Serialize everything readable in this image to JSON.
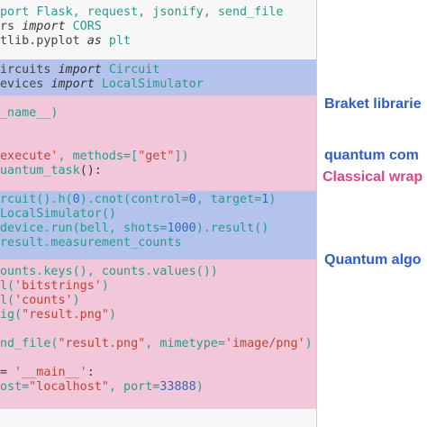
{
  "colors": {
    "quantum_band": "#b4c3ec",
    "classical_band": "#f2c7d9",
    "quantum_text": "#2f5cc6",
    "classical_text": "#d6468a",
    "code_background": "#f7f7f7"
  },
  "code": [
    {
      "tokens": [
        {
          "t": "port ",
          "c": "kw"
        },
        {
          "t": "Flask, request, jsonify, send_file",
          "c": "nm"
        }
      ]
    },
    {
      "tokens": [
        {
          "t": "rs ",
          "c": "mod"
        },
        {
          "t": "import",
          "c": "kwi"
        },
        {
          "t": " CORS",
          "c": "nm"
        }
      ]
    },
    {
      "tokens": [
        {
          "t": "tlib.pyplot ",
          "c": "mod"
        },
        {
          "t": "as",
          "c": "kwi"
        },
        {
          "t": " plt",
          "c": "nm"
        }
      ]
    },
    {
      "tokens": []
    },
    {
      "tokens": [
        {
          "t": "ircuits ",
          "c": "mod"
        },
        {
          "t": "import",
          "c": "kwi"
        },
        {
          "t": " Circuit",
          "c": "nm"
        }
      ]
    },
    {
      "tokens": [
        {
          "t": "evices ",
          "c": "mod"
        },
        {
          "t": "import",
          "c": "kwi"
        },
        {
          "t": " LocalSimulator",
          "c": "nm"
        }
      ]
    },
    {
      "tokens": []
    },
    {
      "tokens": [
        {
          "t": "_name__)",
          "c": "nm"
        }
      ]
    },
    {
      "tokens": []
    },
    {
      "tokens": []
    },
    {
      "tokens": [
        {
          "t": "execute'",
          "c": "str"
        },
        {
          "t": ", methods=[",
          "c": "nm"
        },
        {
          "t": "\"get\"",
          "c": "str"
        },
        {
          "t": "])",
          "c": "nm"
        }
      ]
    },
    {
      "tokens": [
        {
          "t": "uantum_task",
          "c": "nm"
        },
        {
          "t": "():",
          "c": "plain"
        }
      ]
    },
    {
      "tokens": []
    },
    {
      "tokens": [
        {
          "t": "rcuit().h(",
          "c": "nm"
        },
        {
          "t": "0",
          "c": "num"
        },
        {
          "t": ").cnot(control=",
          "c": "nm"
        },
        {
          "t": "0",
          "c": "num"
        },
        {
          "t": ", target=",
          "c": "nm"
        },
        {
          "t": "1",
          "c": "num"
        },
        {
          "t": ")",
          "c": "nm"
        }
      ]
    },
    {
      "tokens": [
        {
          "t": "LocalSimulator()",
          "c": "nm"
        }
      ]
    },
    {
      "tokens": [
        {
          "t": "device.run(bell, shots=",
          "c": "nm"
        },
        {
          "t": "1000",
          "c": "num"
        },
        {
          "t": ").result()",
          "c": "nm"
        }
      ]
    },
    {
      "tokens": [
        {
          "t": "result.measurement_counts",
          "c": "nm"
        }
      ]
    },
    {
      "tokens": []
    },
    {
      "tokens": [
        {
          "t": "ounts.keys(), counts.values())",
          "c": "nm"
        }
      ]
    },
    {
      "tokens": [
        {
          "t": "l(",
          "c": "nm"
        },
        {
          "t": "'bitstrings'",
          "c": "str"
        },
        {
          "t": ")",
          "c": "nm"
        }
      ]
    },
    {
      "tokens": [
        {
          "t": "l(",
          "c": "nm"
        },
        {
          "t": "'counts'",
          "c": "str"
        },
        {
          "t": ")",
          "c": "nm"
        }
      ]
    },
    {
      "tokens": [
        {
          "t": "ig(",
          "c": "nm"
        },
        {
          "t": "\"result.png\"",
          "c": "str"
        },
        {
          "t": ")",
          "c": "nm"
        }
      ]
    },
    {
      "tokens": []
    },
    {
      "tokens": [
        {
          "t": "nd_file(",
          "c": "nm"
        },
        {
          "t": "\"result.png\"",
          "c": "str"
        },
        {
          "t": ", mimetype=",
          "c": "nm"
        },
        {
          "t": "'image/png'",
          "c": "str"
        },
        {
          "t": ")",
          "c": "nm"
        }
      ]
    },
    {
      "tokens": []
    },
    {
      "tokens": [
        {
          "t": "= ",
          "c": "plain"
        },
        {
          "t": "'__main__'",
          "c": "str"
        },
        {
          "t": ":",
          "c": "plain"
        }
      ]
    },
    {
      "tokens": [
        {
          "t": "ost=",
          "c": "nm"
        },
        {
          "t": "\"localhost\"",
          "c": "str"
        },
        {
          "t": ", port=",
          "c": "nm"
        },
        {
          "t": "33888",
          "c": "num"
        },
        {
          "t": ")",
          "c": "nm"
        }
      ]
    }
  ],
  "annotations": [
    {
      "lines": [
        "Braket librarie",
        "quantum com"
      ],
      "color": "blue"
    },
    {
      "lines": [
        "Classical wrap"
      ],
      "color": "pink"
    },
    {
      "lines": [
        "Quantum algo"
      ],
      "color": "blue"
    }
  ]
}
